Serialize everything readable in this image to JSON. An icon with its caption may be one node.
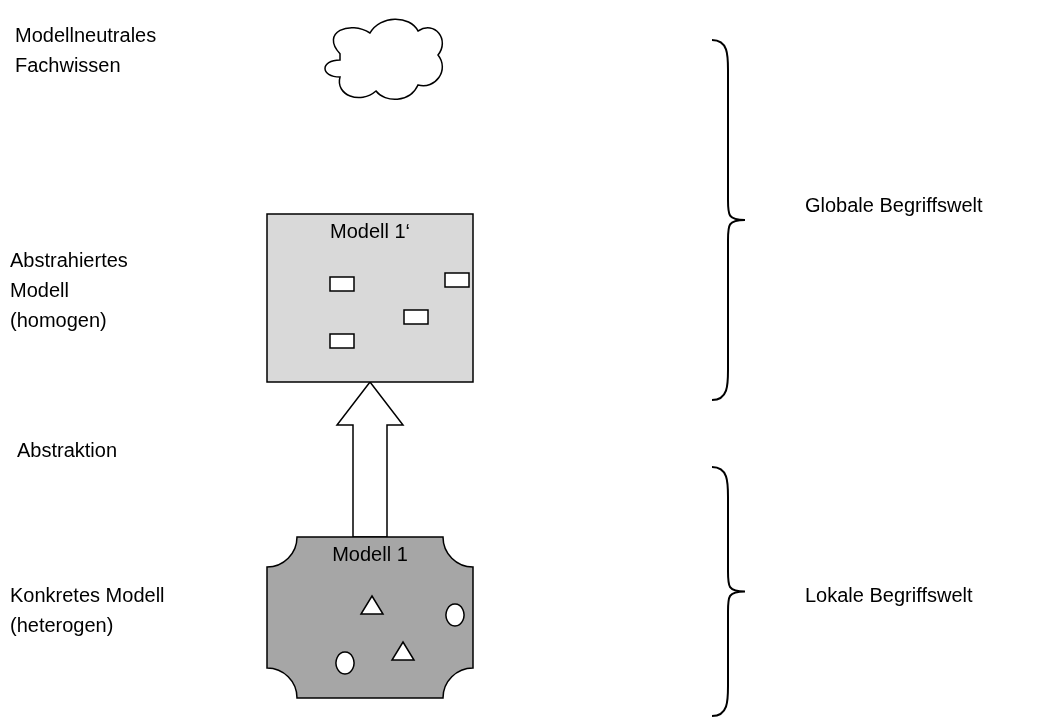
{
  "diagram": {
    "nodes": [
      {
        "text": [],
        "shape": "cloud"
      },
      {
        "text": [
          "Modell 1‘"
        ]
      },
      {
        "text": [],
        "shape": "box",
        "in": 1
      },
      {
        "text": [],
        "shape": "box",
        "in": 1
      },
      {
        "text": [],
        "shape": "box",
        "in": 1
      },
      {
        "text": [],
        "shape": "box",
        "in": 1
      },
      {
        "text": [
          "Modell 1"
        ]
      },
      {
        "text": [],
        "shape": "triangle",
        "in": 6
      },
      {
        "text": [],
        "shape": "circle",
        "in": 6
      },
      {
        "text": [],
        "shape": "circle",
        "in": 6
      },
      {
        "text": [],
        "shape": "triangle",
        "in": 6
      }
    ],
    "edges": [
      {
        "from": 6,
        "to": 1,
        "arrow": "to",
        "style": "thick"
      }
    ],
    "labels": [
      "Modellneutrales Fachwissen",
      "Globale Begriffswelt",
      "Abstrahiertes Modell (homogen)",
      "Abstraktion",
      "Konkretes Modell (heterogen)",
      "Lokale Begriffswelt"
    ]
  }
}
